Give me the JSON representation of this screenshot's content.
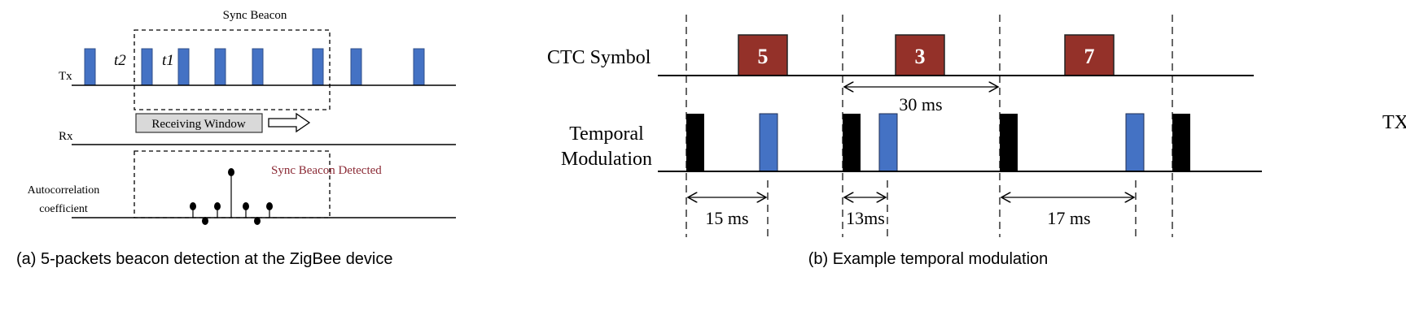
{
  "panel_a": {
    "title": "Sync Beacon",
    "tx_label": "Tx",
    "rx_label": "Rx",
    "t2_label": "t2",
    "t1_label": "t1",
    "receiving_window": "Receiving Window",
    "detected_label": "Sync Beacon Detected",
    "autocorr_label_1": "Autocorrelation",
    "autocorr_label_2": "coefficient",
    "caption": "(a) 5-packets beacon detection at the ZigBee device"
  },
  "panel_b": {
    "ctc_label": "CTC Symbol",
    "tm_label_1": "Temporal",
    "tm_label_2": "Modulation",
    "tx_label": "TX",
    "symbols": [
      "5",
      "3",
      "7"
    ],
    "period_label": "30 ms",
    "delays": [
      "15 ms",
      "13ms",
      "17 ms"
    ],
    "caption": "(b) Example temporal modulation"
  },
  "colors": {
    "pulse_blue": "#4472c4",
    "symbol_red": "#943129",
    "detected_red": "#8b2a35",
    "window_gray": "#d9d9d9"
  }
}
